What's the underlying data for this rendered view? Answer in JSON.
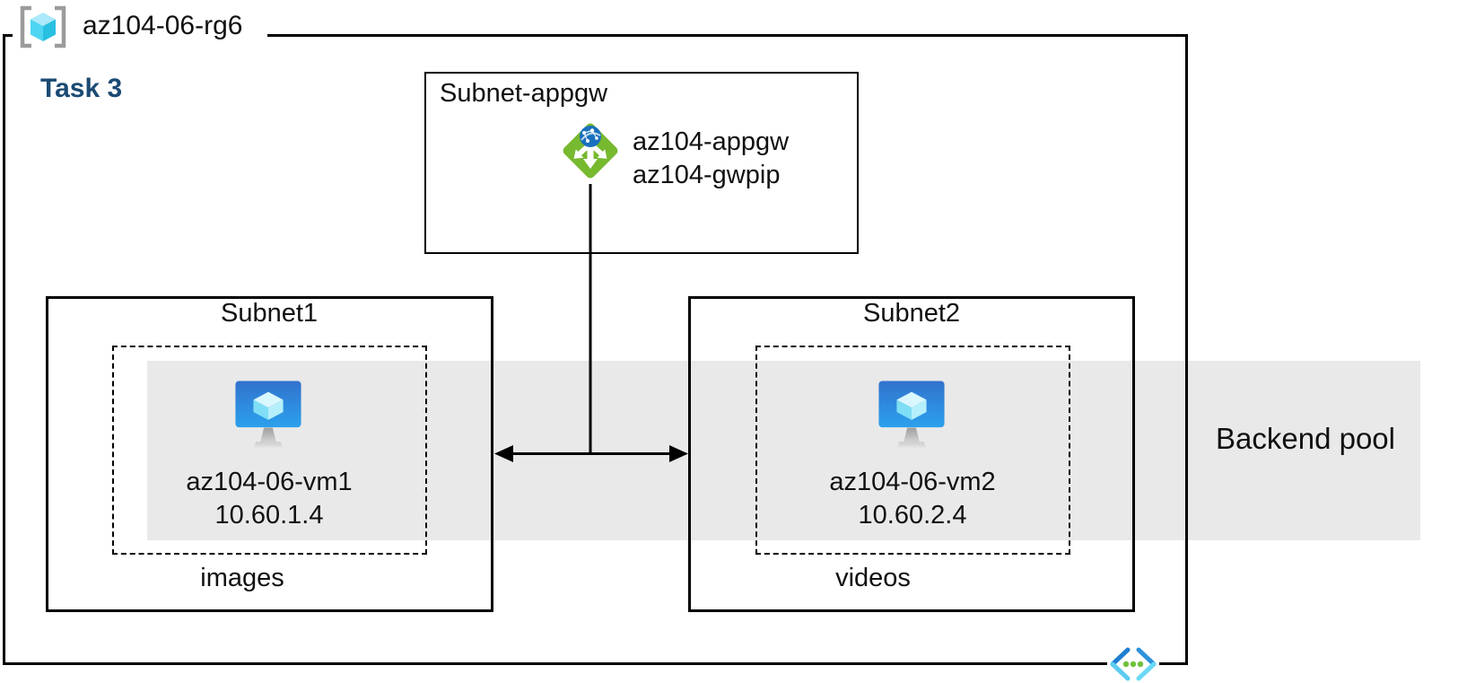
{
  "resource_group": {
    "name": "az104-06-rg6",
    "task": "Task 3"
  },
  "appgw_subnet": {
    "name": "Subnet-appgw",
    "gateway_name": "az104-appgw",
    "public_ip_name": "az104-gwpip"
  },
  "subnet1": {
    "name": "Subnet1",
    "vm_name": "az104-06-vm1",
    "vm_ip": "10.60.1.4",
    "storage_container": "images"
  },
  "subnet2": {
    "name": "Subnet2",
    "vm_name": "az104-06-vm2",
    "vm_ip": "10.60.2.4",
    "storage_container": "videos"
  },
  "backend_pool": {
    "label": "Backend pool"
  },
  "icons": {
    "resource_group": "resource-group-icon",
    "application_gateway": "application-gateway-icon",
    "virtual_machine": "virtual-machine-icon",
    "virtual_network": "virtual-network-icon"
  },
  "colors": {
    "outline": "#000000",
    "backend_pool_band": "#e9e9e9",
    "task_heading": "#1b4a73",
    "appgw_green": "#77b92f",
    "globe_blue": "#1a70bd",
    "vm_screen_top": "#3272cd",
    "vm_screen_bottom": "#2ba1ec",
    "cube_cyan_light": "#ace9fa",
    "cube_cyan_mid": "#4ed5f1",
    "cube_cyan_dark": "#28bfe1",
    "bracket_gray": "#9b9b9b",
    "vnet_blue": "#1f7ed1",
    "vnet_cyan": "#5cccf1",
    "dot_green": "#6fc13c"
  }
}
